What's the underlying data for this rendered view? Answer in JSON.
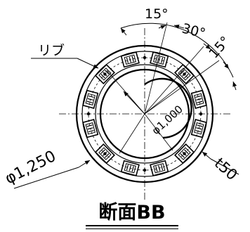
{
  "drawing": {
    "angle_label_1": "15°",
    "angle_label_2": "30°",
    "angle_label_3": "15°",
    "rib_label": "リブ",
    "inner_diameter_label": "φ1,000",
    "outer_diameter_label": "φ1,250",
    "thickness_label": "t50"
  },
  "title": {
    "text": "断面BB"
  }
}
